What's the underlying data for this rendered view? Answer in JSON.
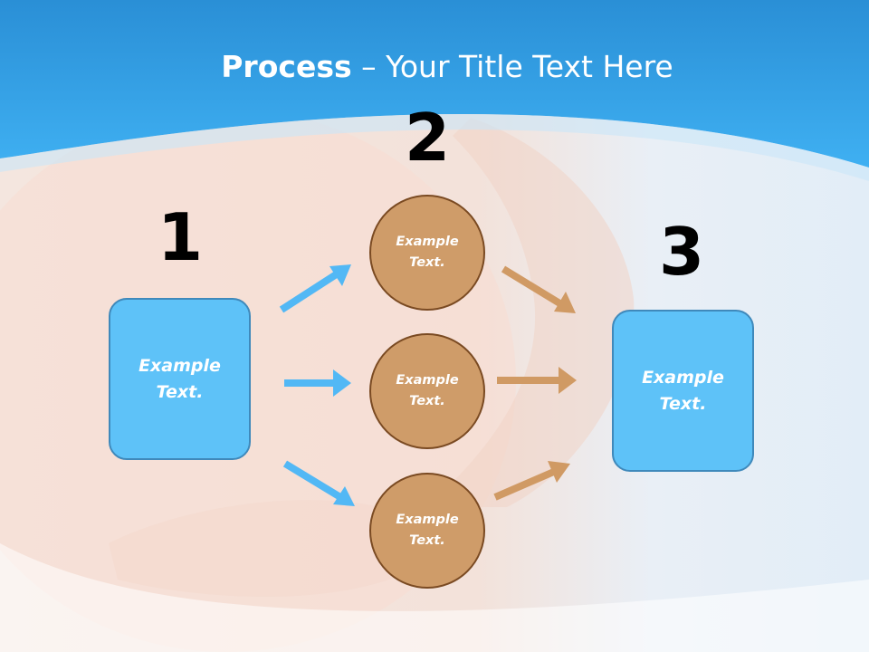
{
  "title": {
    "bold": "Process",
    "dash": " – ",
    "rest": "Your Title Text Here"
  },
  "steps": {
    "step1": {
      "number": "1",
      "label": "Example\nText."
    },
    "step2": {
      "number": "2",
      "circles": [
        {
          "label": "Example\nText."
        },
        {
          "label": "Example\nText."
        },
        {
          "label": "Example\nText."
        }
      ]
    },
    "step3": {
      "number": "3",
      "label": "Example\nText."
    }
  },
  "colors": {
    "header_blue": "#2b94d9",
    "box_fill": "#5ec2f8",
    "box_border": "#3f89bb",
    "circle_fill": "#cf9c69",
    "circle_border": "#7a4a22",
    "arrow_blue": "#52b8f5",
    "arrow_tan": "#d09a64"
  }
}
